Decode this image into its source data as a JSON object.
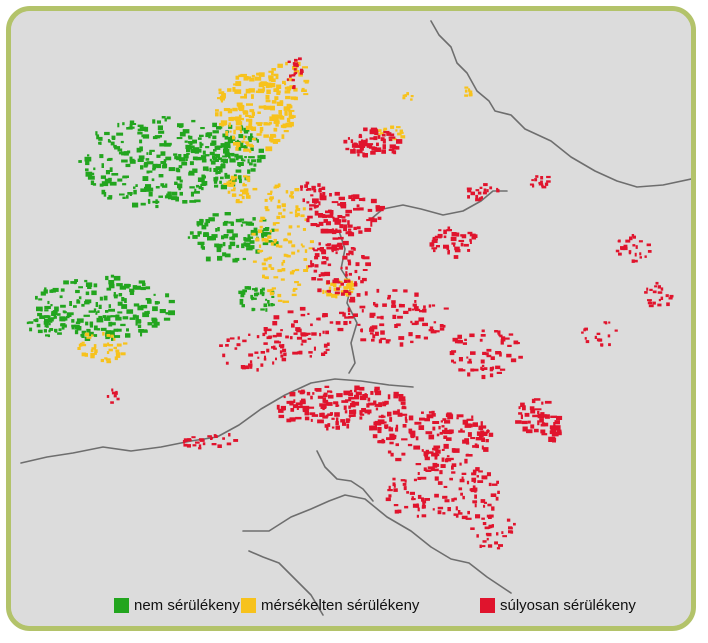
{
  "colors": {
    "background": "#dcdcdc",
    "frame_border": "#b3c36a",
    "border_lines": "#6e6e6e",
    "not_vulnerable": "#22a51e",
    "moderately_vulnerable": "#f7c21c",
    "severely_vulnerable": "#e0142d"
  },
  "legend": {
    "items": [
      {
        "label": "nem sérülékeny",
        "color_key": "not_vulnerable"
      },
      {
        "label": "mérsékelten sérülékeny",
        "color_key": "moderately_vulnerable"
      },
      {
        "label": "súlyosan sérülékeny",
        "color_key": "severely_vulnerable"
      }
    ]
  }
}
